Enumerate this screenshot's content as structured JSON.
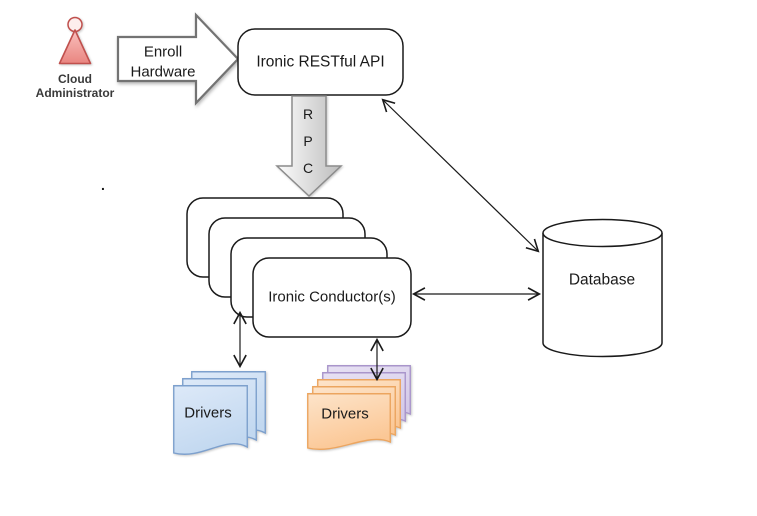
{
  "diagram": {
    "actor": {
      "icon": "person-icon",
      "label_line1": "Cloud",
      "label_line2": "Administrator"
    },
    "enroll_arrow": {
      "label_line1": "Enroll",
      "label_line2": "Hardware"
    },
    "api_box": {
      "label": "Ironic RESTful API"
    },
    "rpc_arrow": {
      "letters": [
        "R",
        "P",
        "C"
      ]
    },
    "conductor_stack": {
      "label": "Ironic Conductor(s)",
      "box_count": 4
    },
    "database": {
      "label": "Database"
    },
    "drivers_blue": {
      "label": "Drivers"
    },
    "drivers_orange": {
      "label": "Drivers"
    },
    "stray_mark": "."
  },
  "colors": {
    "shape_stroke": "#1a1a1a",
    "thin_arrow_stroke": "#1a1a1a",
    "enroll_arrow_stroke": "#737373",
    "rpc_arrow_stroke": "#8c8c8c",
    "rpc_fill_light": "#fcfcfc",
    "rpc_fill_dark": "#bdbdbd",
    "actor_stroke": "#c0504d",
    "actor_head_fill": "#fdeeed",
    "actor_fill_light": "#f9c1be",
    "actor_fill_dark": "#e98580",
    "blue_doc_stroke": "#7da0cd",
    "blue_doc_fill_light": "#dde9f8",
    "blue_doc_fill_dark": "#c2d8f0",
    "orange_doc_stroke": "#eca55f",
    "orange_doc_fill_light": "#fde4ca",
    "orange_doc_fill_dark": "#fbc795",
    "purple_doc_stroke": "#a995cb",
    "purple_doc_fill_light": "#e7e1f3",
    "purple_doc_fill_dark": "#d3c8e7",
    "text_color": "#1a1a1a"
  }
}
